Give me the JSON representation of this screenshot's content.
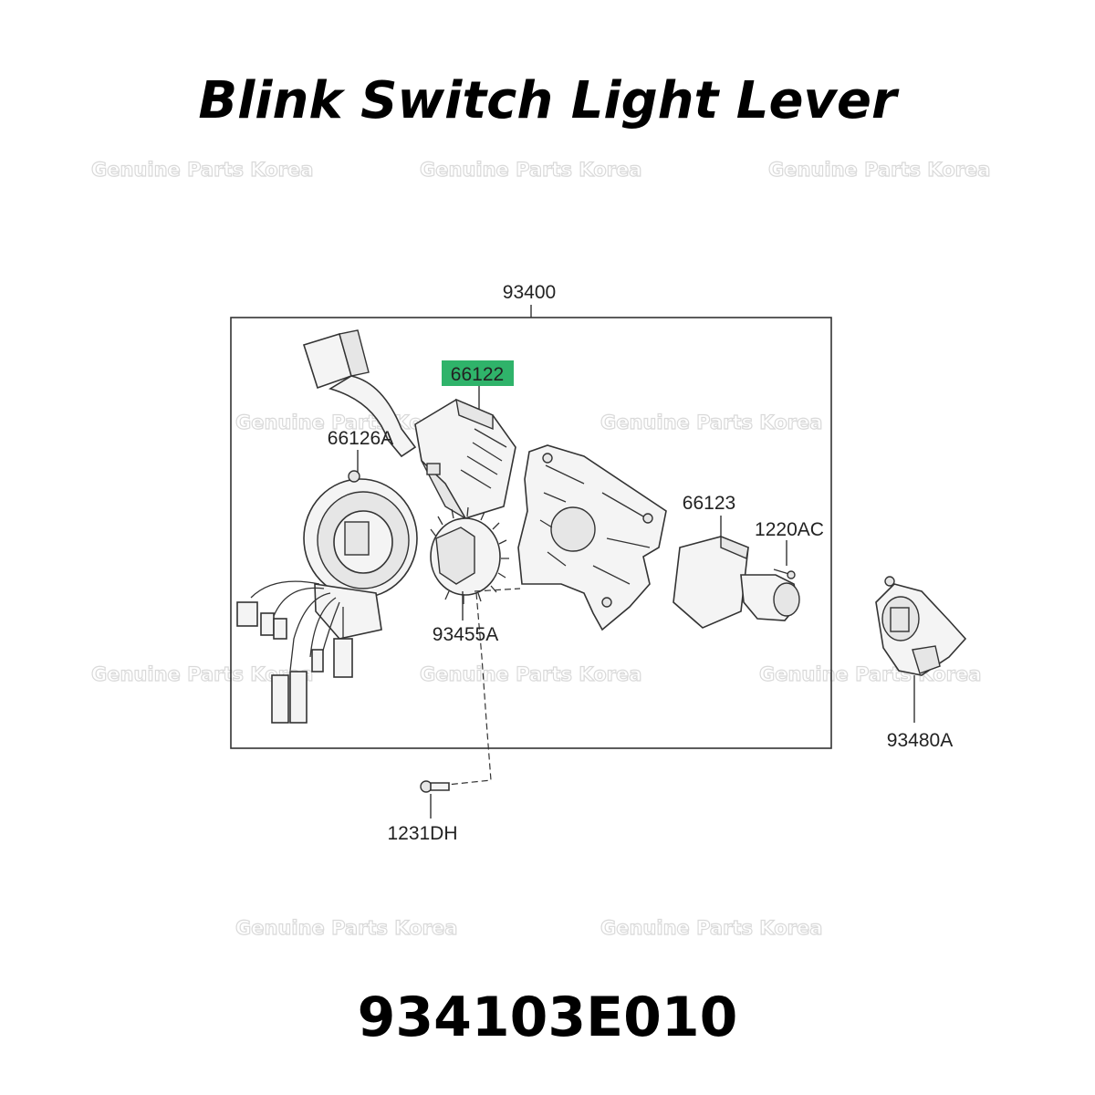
{
  "title": "Blink Switch Light Lever",
  "part_number": "934103E010",
  "watermark": "Genuine Parts Korea",
  "highlight_color": "#2fb36a",
  "labels": {
    "assembly": "93400",
    "highlighted": "66122",
    "clock_spring": "66126A",
    "switch_right": "66123",
    "screw_small": "1220AC",
    "ring": "93455A",
    "sensor": "93480A",
    "screw_bottom": "1231DH"
  }
}
